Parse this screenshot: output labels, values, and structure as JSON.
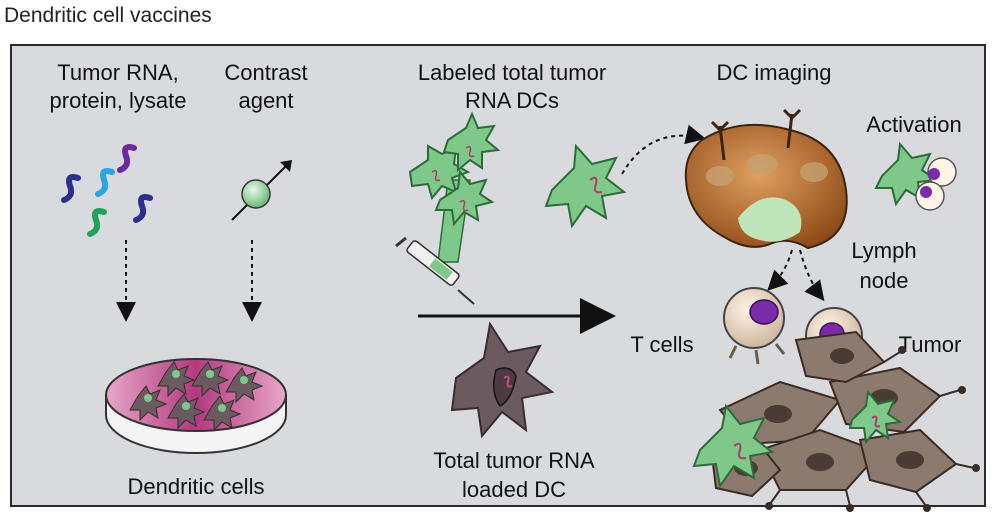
{
  "title": "Dendritic cell vaccines",
  "labels": {
    "tumor_rna": [
      "Tumor RNA,",
      "protein, lysate"
    ],
    "contrast_agent": [
      "Contrast",
      "agent"
    ],
    "labeled_dcs": [
      "Labeled total tumor",
      "RNA DCs"
    ],
    "dc_imaging": "DC imaging",
    "activation": "Activation",
    "lymph_node": [
      "Lymph",
      "node"
    ],
    "t_cells": "T cells",
    "tumor": "Tumor",
    "dendritic_cells": "Dendritic cells",
    "loaded_dc": [
      "Total tumor RNA",
      "loaded DC"
    ]
  },
  "colors": {
    "panel": "#d8dadd",
    "dc_green": "#7ec98a",
    "dish": "#c24a8a",
    "lymph": "#b5621f",
    "tumor_cell": "#8c7a6e",
    "rna_dark_blue": "#2b2f8f",
    "rna_light_blue": "#2aa6e0",
    "rna_green": "#1fa35a",
    "rna_purple": "#6a2aa0",
    "t_cell_nucleus": "#7b2aa8"
  }
}
